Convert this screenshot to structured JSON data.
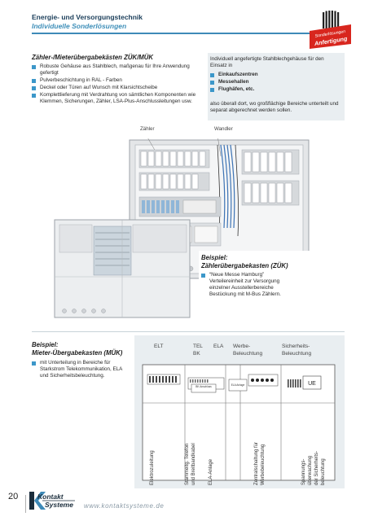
{
  "header": {
    "title": "Energie- und Versorgungstechnik",
    "subtitle": "Individuelle Sonderlösungen",
    "badge_line1": "Sonderlösungen",
    "badge_line2": "Anfertigung"
  },
  "section1": {
    "title": "Zähler-/Mieterübergabekästen ZÜK/MÜK",
    "bullets": [
      "Robuste Gehäuse aus Stahlblech, maßgenau für Ihre Anwendung gefertigt",
      "Pulverbeschichtung in RAL - Farben",
      "Deckel oder Türen auf Wunsch mit Klarsichtscheibe",
      "Komplettlieferung mit Verdrahtung von sämtlichen Komponenten wie Klemmen, Sicherungen, Zähler, LSA-Plus-Anschlussleitungen usw."
    ]
  },
  "infobox": {
    "intro": "Individuell angefertigte Stahlblechgehäuse für den Einsatz in",
    "items": [
      "Einkaufszentren",
      "Messehallen",
      "Flughäfen, etc."
    ],
    "tail": "also überall dort, wo großflächige Bereiche unterteilt und separat abgerechnet werden sollen."
  },
  "photo_labels": {
    "left": "Zähler",
    "right": "Wandler"
  },
  "example1": {
    "title_line1": "Beispiel:",
    "title_line2": "Zählerübergabekasten (ZÜK)",
    "bullet": "“Neue Messe Hamburg” Verteilereinheit zur Versorgung einzelner Ausstellerbereiche Bestückung mit M-Bus Zählern."
  },
  "example2": {
    "title_line1": "Beispiel:",
    "title_line2": "Mieter-Übergabekasten (MÜK)",
    "bullet": "mit Unterteilung in Bereiche für Starkstrom Telekommunikation, ELA und Sicherheitsbeleuchtung."
  },
  "schematic": {
    "top_labels": [
      "ELT",
      "TEL",
      "BK",
      "ELA",
      "Werbe-",
      "Beleuchtung",
      "Sicherheits-",
      "Beleuchtung"
    ],
    "small_labels": [
      "BK Anschluss",
      "ELA Anlage"
    ],
    "ue_label": "UE",
    "bottom_labels": [
      "Elektrozuleitung",
      "Stammeitg. Telefon",
      "und Breitbandkabel",
      "ELA-Anlage",
      "Zentralschaltung für",
      "Werbebeleuchtung",
      "Spannungs-",
      "überwachung",
      "der Sicherheits-",
      "beleuchtung"
    ]
  },
  "footer": {
    "page_number": "20",
    "logo_top": "Kontakt",
    "logo_bottom": "Systeme",
    "website": "www.kontaktsysteme.de"
  }
}
